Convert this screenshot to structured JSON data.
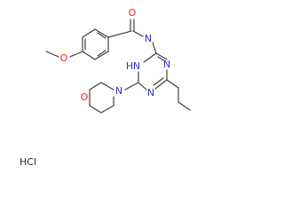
{
  "molecule": {
    "atoms": {
      "carbonyl_oxygen": "O",
      "methoxy_oxygen": "O",
      "morpholine_oxygen": "O",
      "amide_nitrogen": "N",
      "triazine_nitrogen_top": "N",
      "triazine_nitrogen_right": "N",
      "triazine_nitrogen_hydrogen": "N",
      "triazine_hydrogen": "H",
      "morpholine_nitrogen": "N"
    },
    "salt_label": "HCl"
  },
  "colors": {
    "bond": "#3a3a3a",
    "oxygen": "#e8221e",
    "nitrogen": "#2f2fd8",
    "text": "#2a2a2a"
  }
}
